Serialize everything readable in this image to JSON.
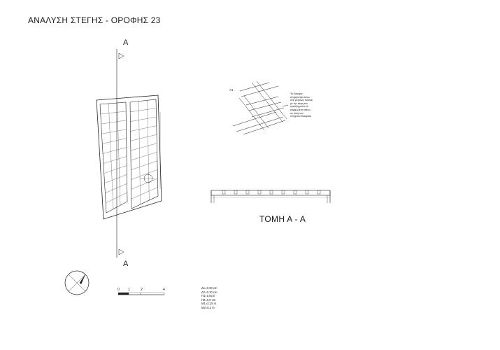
{
  "title": "ΑΝΑΛΥΣΗ ΣΤΕΓΗΣ - ΟΡΟΦΗΣ 23",
  "section_marker_top": "A",
  "section_marker_bottom": "A",
  "section_label": "ΤΟΜΗ Α - Α",
  "detail_label": "Α1",
  "detail_note": [
    "Τα δοκάρια",
    "στηριζονται πάνω",
    "στις μεγάλες δοκούς",
    "με την άκρη του",
    "προεξοχονται τα",
    "καρφωνεται πάνω",
    "σε αυτή του",
    "στοιχειου δοκαριου"
  ],
  "legend": [
    "Δ1=0.20 cm",
    "Δ2=0.10 cm",
    "Π1=0,8cm",
    "Π2=0,9 cm",
    "Μ1=2.15 m",
    "Μ2=5.2 m"
  ],
  "scale_bar": {
    "ticks": [
      "0",
      "1",
      "2",
      "4"
    ]
  },
  "colors": {
    "line": "#222222",
    "light_line": "#666666"
  }
}
